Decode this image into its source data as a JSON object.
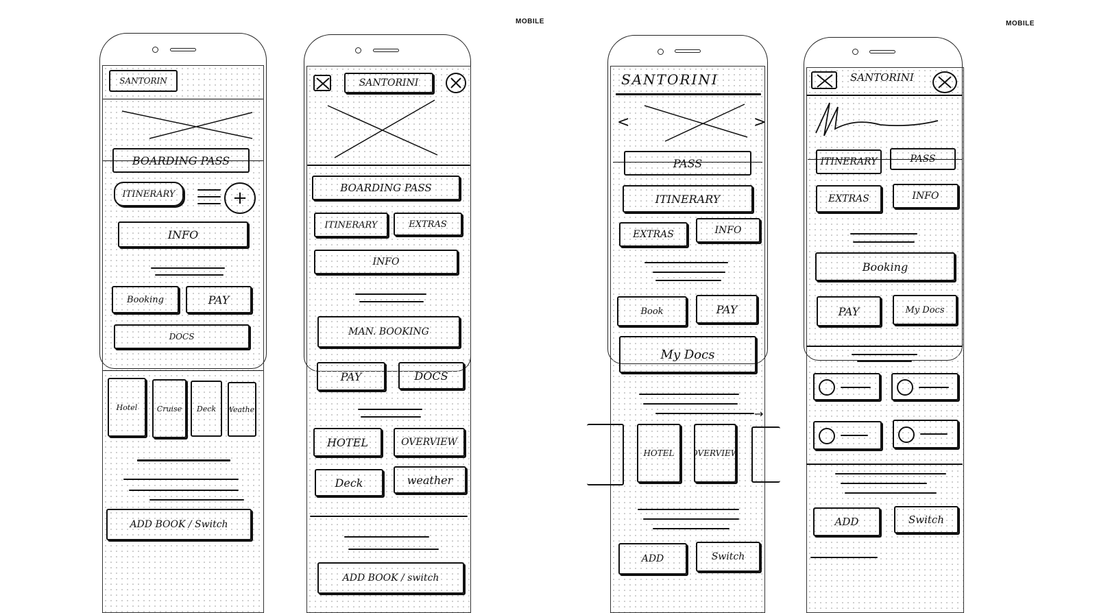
{
  "labels": {
    "mobile_left": "MOBILE",
    "mobile_right": "MOBILE"
  },
  "phone1": {
    "title": "SANTORIN",
    "boarding_pass": "BOARDING PASS",
    "itinerary": "ITINERARY",
    "plus_icon": "+",
    "info": "INFO",
    "booking": "Booking",
    "pay": "PAY",
    "docs": "DOCS",
    "tiles": [
      "Hotel",
      "Cruise",
      "Deck",
      "Weather"
    ],
    "add_button": "ADD BOOK / Switch"
  },
  "phone2": {
    "title": "SANTORINI",
    "boarding_pass": "BOARDING PASS",
    "itinerary": "ITINERARY",
    "extras": "EXTRAS",
    "info": "INFO",
    "manage_booking": "MAN. BOOKING",
    "pay": "PAY",
    "docs": "DOCS",
    "hotel": "HOTEL",
    "overview": "OVERVIEW",
    "deck": "Deck",
    "weather": "weather",
    "add_button": "ADD BOOK / switch"
  },
  "phone3": {
    "title": "SANTORINI",
    "prev_arrow": "<",
    "next_arrow": ">",
    "pass": "PASS",
    "itinerary": "ITINERARY",
    "extras": "EXTRAS",
    "info": "INFO",
    "book": "Book",
    "pay": "PAY",
    "my_docs": "My Docs",
    "hotel": "HOTEL",
    "overview": "OVERVIEW",
    "add": "ADD",
    "switch": "Switch"
  },
  "phone4": {
    "title": "SANTORINI",
    "itinerary": "ITINERARY",
    "pass": "PASS",
    "extras": "EXTRAS",
    "info": "INFO",
    "booking": "Booking",
    "pay": "PAY",
    "my_docs": "My Docs",
    "add": "ADD",
    "switch": "Switch"
  }
}
